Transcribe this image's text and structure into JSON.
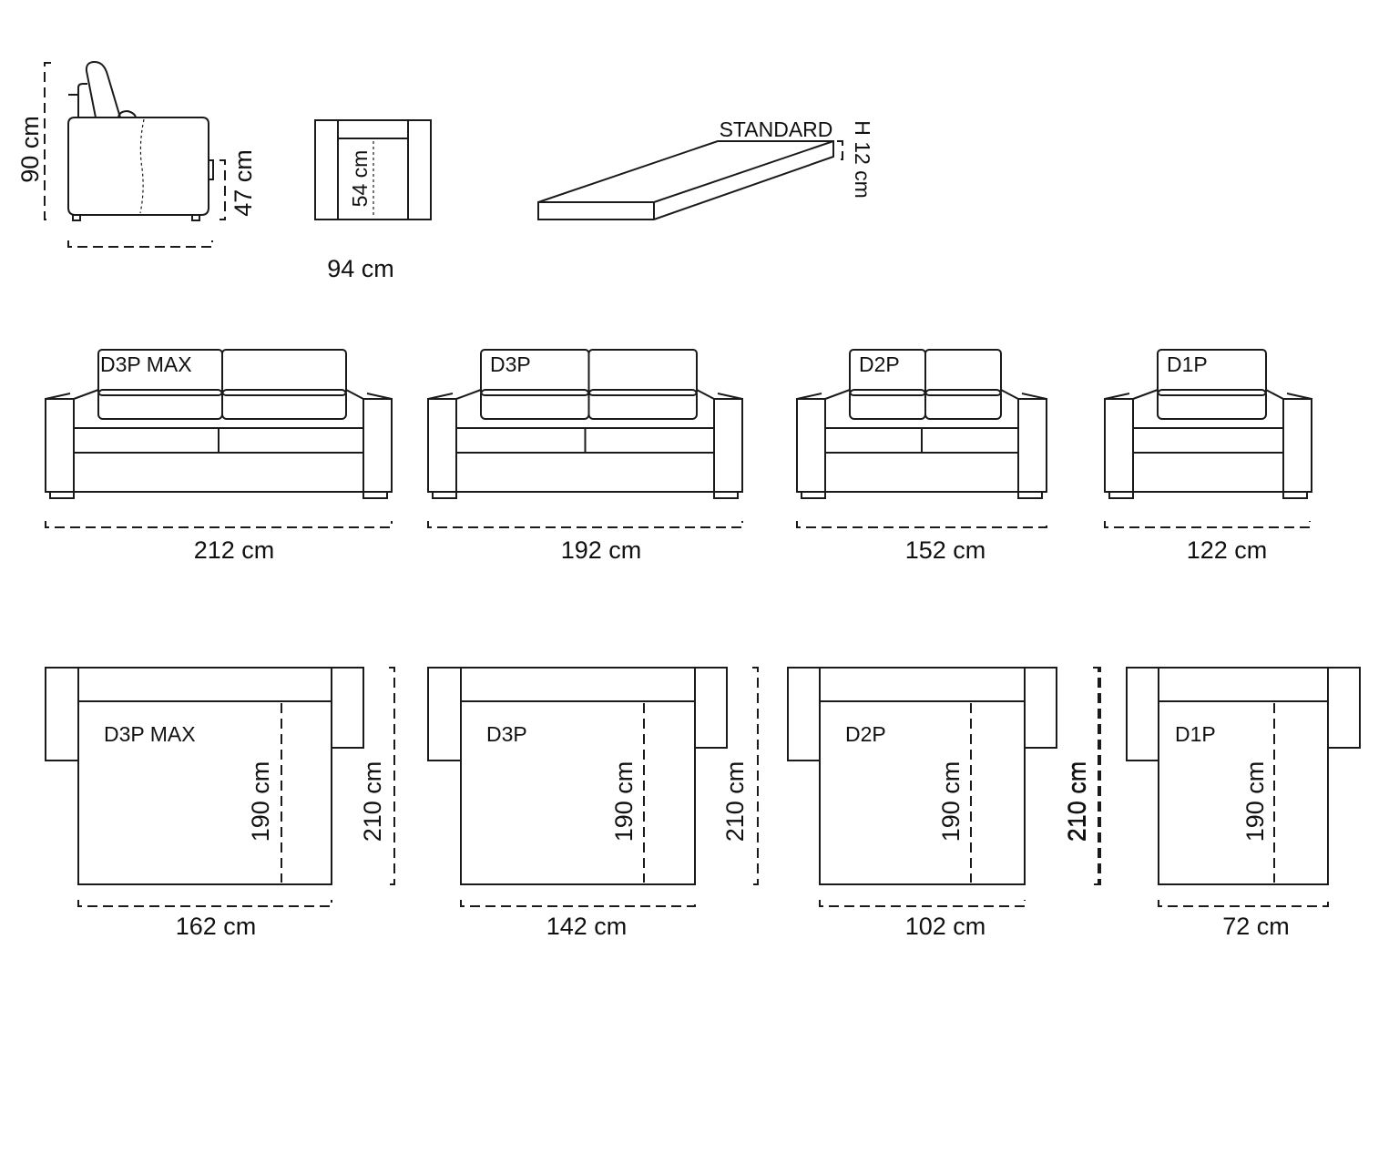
{
  "side_view": {
    "height": "90 cm",
    "seat_height": "47 cm"
  },
  "front_small": {
    "depth": "54 cm",
    "width": "94 cm"
  },
  "mattress": {
    "type": "STANDARD",
    "thickness": "H 12 cm"
  },
  "sofas": [
    {
      "model": "D3P MAX",
      "width": "212 cm"
    },
    {
      "model": "D3P",
      "width": "192 cm"
    },
    {
      "model": "D2P",
      "width": "152  cm"
    },
    {
      "model": "D1P",
      "width": "122 cm"
    }
  ],
  "beds": [
    {
      "model": "D3P MAX",
      "bed_width": "162 cm",
      "mattress_length": "190 cm",
      "open_length": "210 cm"
    },
    {
      "model": "D3P",
      "bed_width": "142 cm",
      "mattress_length": "190 cm",
      "open_length": "210 cm"
    },
    {
      "model": "D2P",
      "bed_width": "102 cm",
      "mattress_length": "190 cm",
      "open_length": "210 cm"
    },
    {
      "model": "D1P",
      "bed_width": "72 cm",
      "mattress_length": "190 cm",
      "open_length": "210 cm"
    }
  ]
}
